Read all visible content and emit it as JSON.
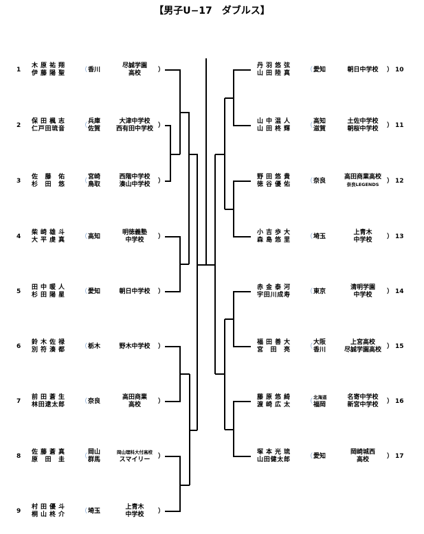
{
  "title": "【男子U−17　ダブルス】",
  "left": [
    {
      "no": "1",
      "players": [
        "木原祐翔",
        "伊藤陽聖"
      ],
      "prefs": [
        "香川"
      ],
      "school": [
        "尽誠学園",
        "高校"
      ]
    },
    {
      "no": "2",
      "players": [
        "保田楓志",
        "仁戸田琉音"
      ],
      "prefs": [
        "兵庫",
        "佐賀"
      ],
      "school": [
        "大津中学校",
        "西有田中学校"
      ]
    },
    {
      "no": "3",
      "players": [
        "佐藤佑",
        "杉田悠"
      ],
      "prefs": [
        "宮崎",
        "鳥取"
      ],
      "school": [
        "西階中学校",
        "湊山中学校"
      ]
    },
    {
      "no": "4",
      "players": [
        "柴崎雄斗",
        "大平虔真"
      ],
      "prefs": [
        "高知"
      ],
      "school": [
        "明徳義塾",
        "中学校"
      ]
    },
    {
      "no": "5",
      "players": [
        "田中暖人",
        "杉田陽星"
      ],
      "prefs": [
        "愛知"
      ],
      "school": [
        "朝日中学校"
      ]
    },
    {
      "no": "6",
      "players": [
        "鈴木佐禄",
        "別符湊都"
      ],
      "prefs": [
        "栃木"
      ],
      "school": [
        "野木中学校"
      ]
    },
    {
      "no": "7",
      "players": [
        "前田蒼生",
        "林田逮太郎"
      ],
      "prefs": [
        "奈良"
      ],
      "school": [
        "高田商業",
        "高校"
      ]
    },
    {
      "no": "8",
      "players": [
        "佐藤蒼真",
        "原田圭"
      ],
      "prefs": [
        "岡山",
        "群馬"
      ],
      "school": [
        "岡山理科大付高校",
        "スマイリー"
      ]
    },
    {
      "no": "9",
      "players": [
        "村田優斗",
        "桐山柊介"
      ],
      "prefs": [
        "埼玉"
      ],
      "school": [
        "上青木",
        "中学校"
      ]
    }
  ],
  "right": [
    {
      "no": "10",
      "players": [
        "丹羽悠弦",
        "山田陸真"
      ],
      "prefs": [
        "愛知"
      ],
      "school": [
        "朝日中学校"
      ]
    },
    {
      "no": "11",
      "players": [
        "山中温人",
        "山田柊輝"
      ],
      "prefs": [
        "高知",
        "滋賀"
      ],
      "school": [
        "土佐中学校",
        "朝桜中学校"
      ]
    },
    {
      "no": "12",
      "players": [
        "野田悠貴",
        "徳谷優佑"
      ],
      "prefs": [
        "奈良"
      ],
      "school": [
        "高田商業高校",
        "奈良LEGENDS"
      ]
    },
    {
      "no": "13",
      "players": [
        "小吉歩大",
        "森島悠里"
      ],
      "prefs": [
        "埼玉"
      ],
      "school": [
        "上青木",
        "中学校"
      ]
    },
    {
      "no": "14",
      "players": [
        "赤金泰河",
        "宇田川成寿"
      ],
      "prefs": [
        "東京"
      ],
      "school": [
        "清明学園",
        "中学校"
      ]
    },
    {
      "no": "15",
      "players": [
        "福田善大",
        "宮田亮"
      ],
      "prefs": [
        "大阪",
        "香川"
      ],
      "school": [
        "上宮高校",
        "尽誠学園高校"
      ]
    },
    {
      "no": "16",
      "players": [
        "藤原悠綺",
        "渡崎広太"
      ],
      "prefs": [
        "北海道",
        "福岡"
      ],
      "school": [
        "名寄中学校",
        "新宮中学校"
      ]
    },
    {
      "no": "17",
      "players": [
        "塚本光琉",
        "山田健太郎"
      ],
      "prefs": [
        "愛知"
      ],
      "school": [
        "岡崎城西",
        "高校"
      ]
    }
  ],
  "paren_open": "（",
  "paren_close": "）"
}
